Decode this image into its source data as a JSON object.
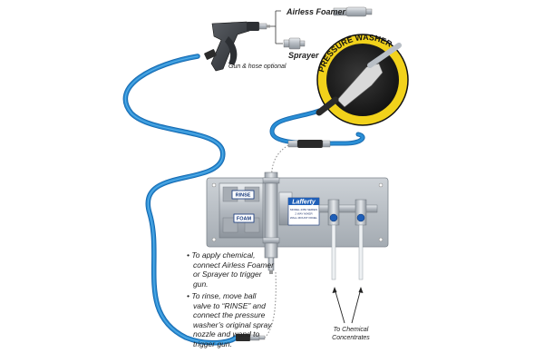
{
  "labels": {
    "airless_foamer": "Airless Foamer",
    "sprayer": "Sprayer",
    "gun_hose": "Gun & hose optional",
    "pressure_washer": "PRESSURE WASHER",
    "rinse": "RINSE",
    "foam": "FOAM",
    "brand": "Lafferty",
    "plate_lines": [
      "MODEL 2350 SERIES",
      "2 WAY MIXER",
      "WALL MOUNT PANEL"
    ]
  },
  "instructions": [
    "To apply chemical, connect Airless Foamer or Sprayer to trigger gun.",
    "To rinse, move ball valve to “RINSE” and connect the pressure washer’s original spray nozzle and wand to trigger gun."
  ],
  "chemical_label": [
    "To Chemical",
    "Concentrates"
  ],
  "colors": {
    "hose": "#2a8fd6",
    "hose_shadow": "#1a6bb0",
    "panel": "#b9bfc6",
    "steel": "#c7ccd2",
    "pressure_washer_ring": "#f2d21b",
    "brand_blue": "#1f5fb8",
    "trigger_gun": "#3a3d42"
  }
}
